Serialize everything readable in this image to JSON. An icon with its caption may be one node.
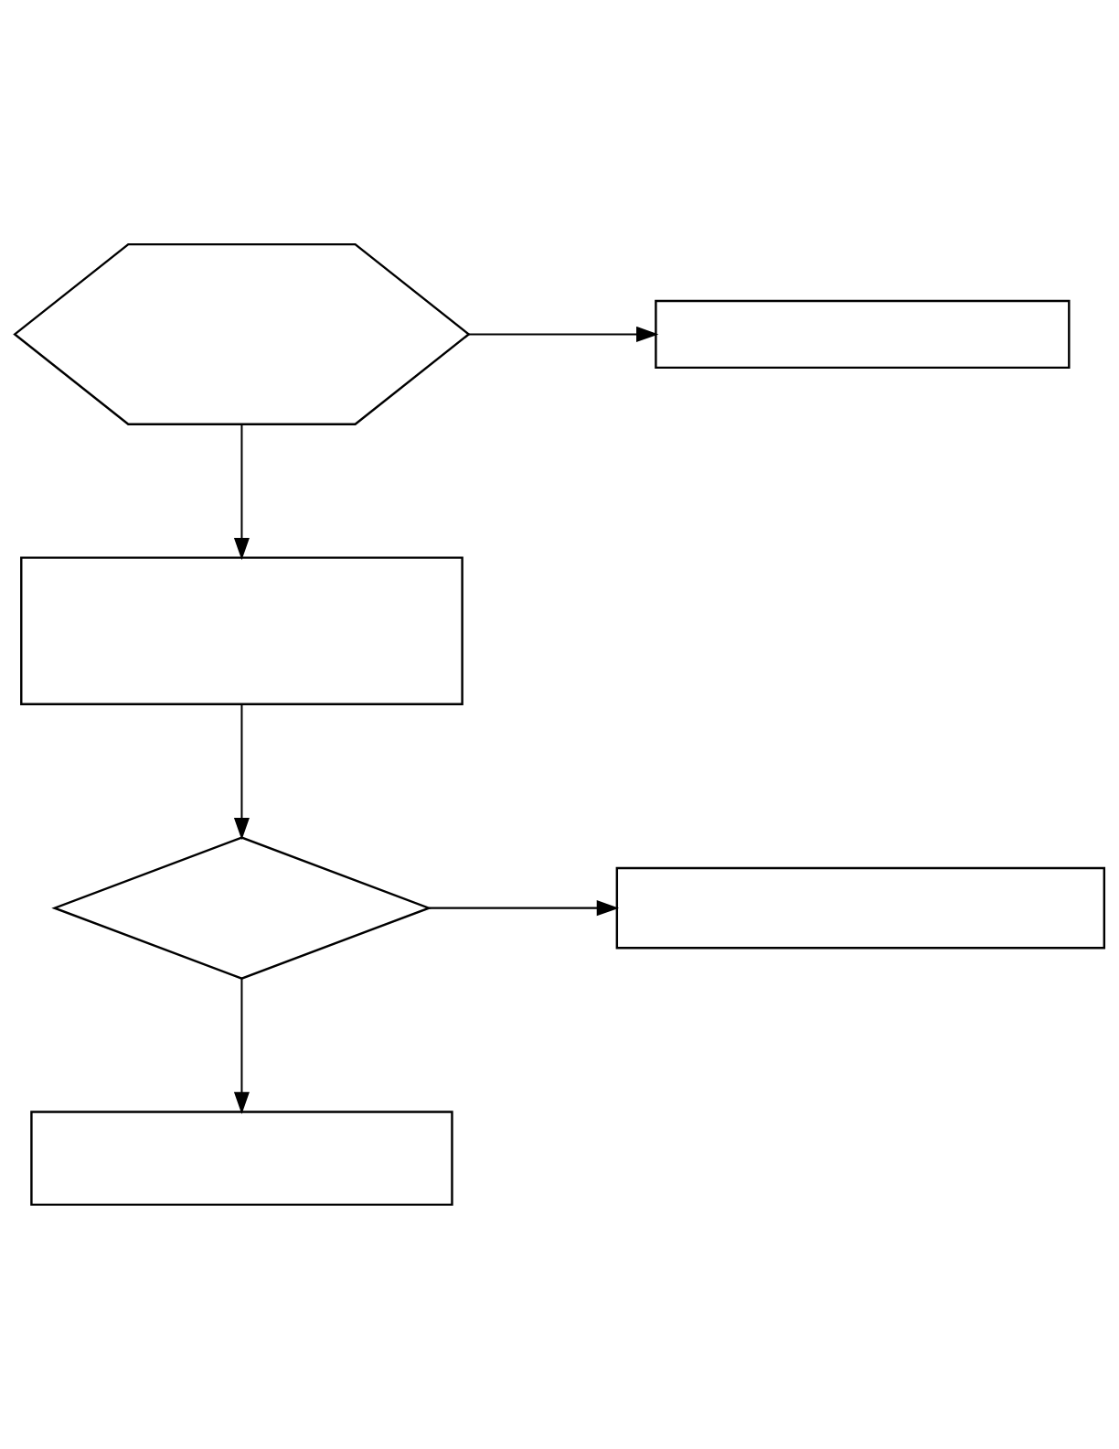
{
  "diagram": {
    "nodes": [
      {
        "text": [],
        "shape": "hexagon"
      },
      {
        "text": [],
        "shape": "box"
      },
      {
        "text": [],
        "shape": "box"
      },
      {
        "text": [],
        "shape": "diamond"
      },
      {
        "text": [],
        "shape": "box"
      },
      {
        "text": [],
        "shape": "box"
      }
    ],
    "edges": [
      {
        "from": 0,
        "to": 1,
        "arrow": "to"
      },
      {
        "from": 0,
        "to": 2,
        "arrow": "to"
      },
      {
        "from": 2,
        "to": 3,
        "arrow": "to"
      },
      {
        "from": 3,
        "to": 4,
        "arrow": "to"
      },
      {
        "from": 3,
        "to": 5,
        "arrow": "to"
      }
    ]
  }
}
